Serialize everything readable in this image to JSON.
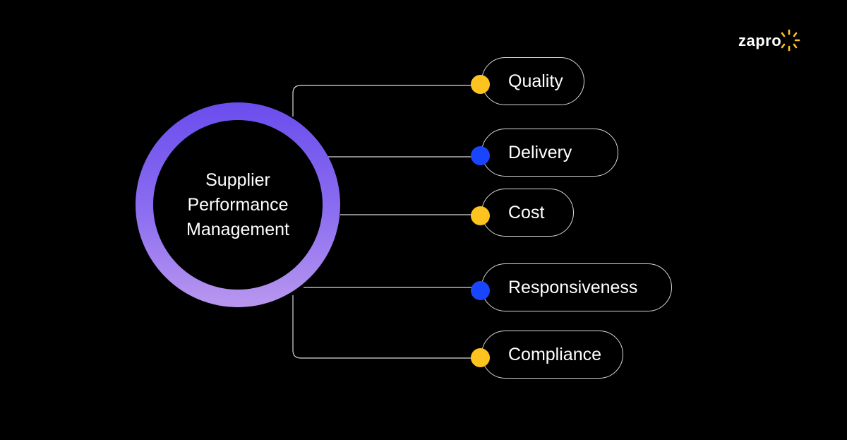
{
  "hub": {
    "title_lines": [
      "Supplier",
      "Performance",
      "Management"
    ]
  },
  "branches": [
    {
      "label": "Quality",
      "dot_color": "#FFC31F"
    },
    {
      "label": "Delivery",
      "dot_color": "#1A45FF"
    },
    {
      "label": "Cost",
      "dot_color": "#FFC31F"
    },
    {
      "label": "Responsiveness",
      "dot_color": "#1A45FF"
    },
    {
      "label": "Compliance",
      "dot_color": "#FFC31F"
    }
  ],
  "logo": {
    "text": "zapro",
    "accent_color": "#FFC31F"
  },
  "colors": {
    "background": "#000000",
    "ring_top": "#6A4DED",
    "ring_bottom": "#B997EF",
    "line": "#D9D9D9"
  }
}
